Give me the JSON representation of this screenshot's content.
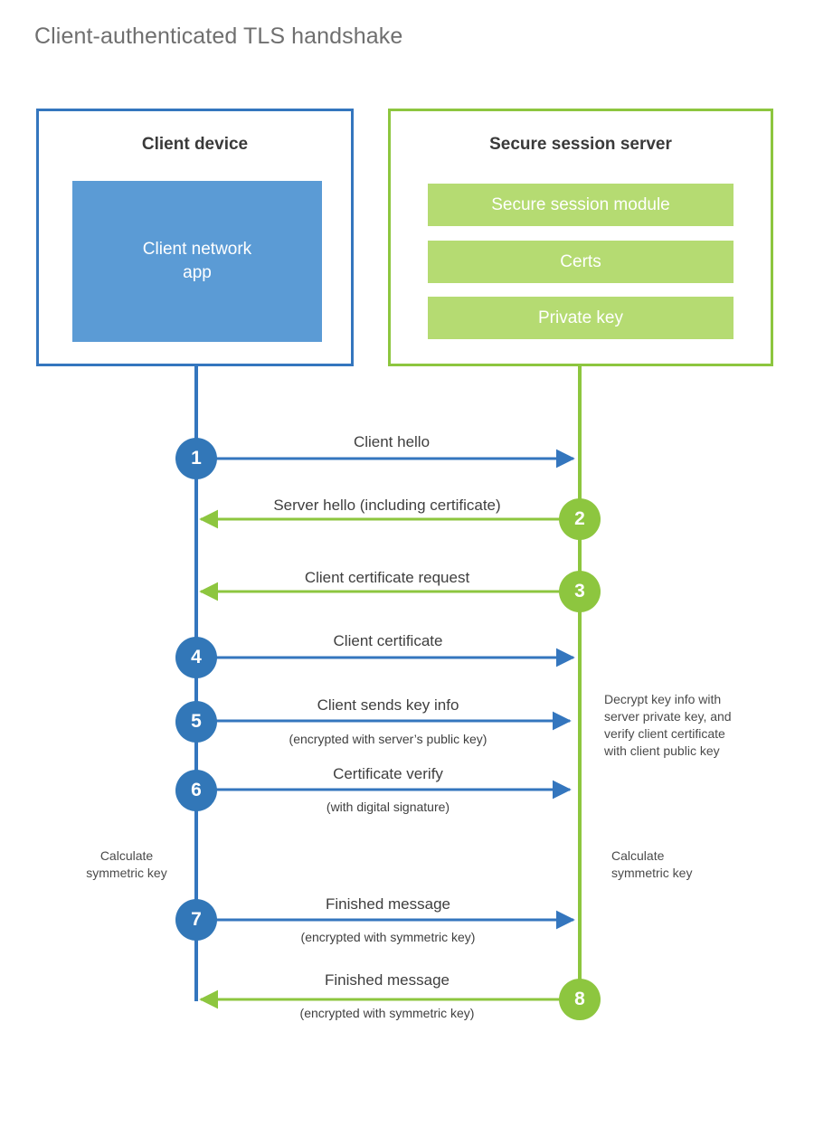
{
  "title": "Client-authenticated TLS handshake",
  "colors": {
    "client_border": "#3476be",
    "client_fill": "#5b9bd5",
    "client_accent": "#3277b8",
    "server_border": "#8dc63f",
    "server_fill": "#b5db72",
    "server_accent": "#8dc63f",
    "title_text": "#6f6f6f",
    "body_text": "#3f3f3f",
    "background": "#ffffff"
  },
  "client": {
    "title": "Client device",
    "app_label": "Client network\napp"
  },
  "server": {
    "title": "Secure session server",
    "items": [
      {
        "label": "Secure session module"
      },
      {
        "label": "Certs"
      },
      {
        "label": "Private key"
      }
    ]
  },
  "steps": [
    {
      "number": "1",
      "label": "Client hello",
      "sublabel": "",
      "direction": "client-to-server",
      "color": "blue"
    },
    {
      "number": "2",
      "label": "Server hello (including certificate)",
      "sublabel": "",
      "direction": "server-to-client",
      "color": "green"
    },
    {
      "number": "3",
      "label": "Client certificate request",
      "sublabel": "",
      "direction": "server-to-client",
      "color": "green"
    },
    {
      "number": "4",
      "label": "Client certificate",
      "sublabel": "",
      "direction": "client-to-server",
      "color": "blue"
    },
    {
      "number": "5",
      "label": "Client sends key info",
      "sublabel": "(encrypted with server’s public key)",
      "direction": "client-to-server",
      "color": "blue"
    },
    {
      "number": "6",
      "label": "Certificate verify",
      "sublabel": "(with digital signature)",
      "direction": "client-to-server",
      "color": "blue"
    },
    {
      "number": "7",
      "label": "Finished message",
      "sublabel": "(encrypted with symmetric key)",
      "direction": "client-to-server",
      "color": "blue"
    },
    {
      "number": "8",
      "label": "Finished message",
      "sublabel": "(encrypted with symmetric key)",
      "direction": "server-to-client",
      "color": "green"
    }
  ],
  "notes": {
    "decrypt": "Decrypt key info with\nserver private key, and\nverify client certificate\nwith client public key",
    "calculate_client": "Calculate\nsymmetric key",
    "calculate_server": "Calculate\nsymmetric key"
  }
}
